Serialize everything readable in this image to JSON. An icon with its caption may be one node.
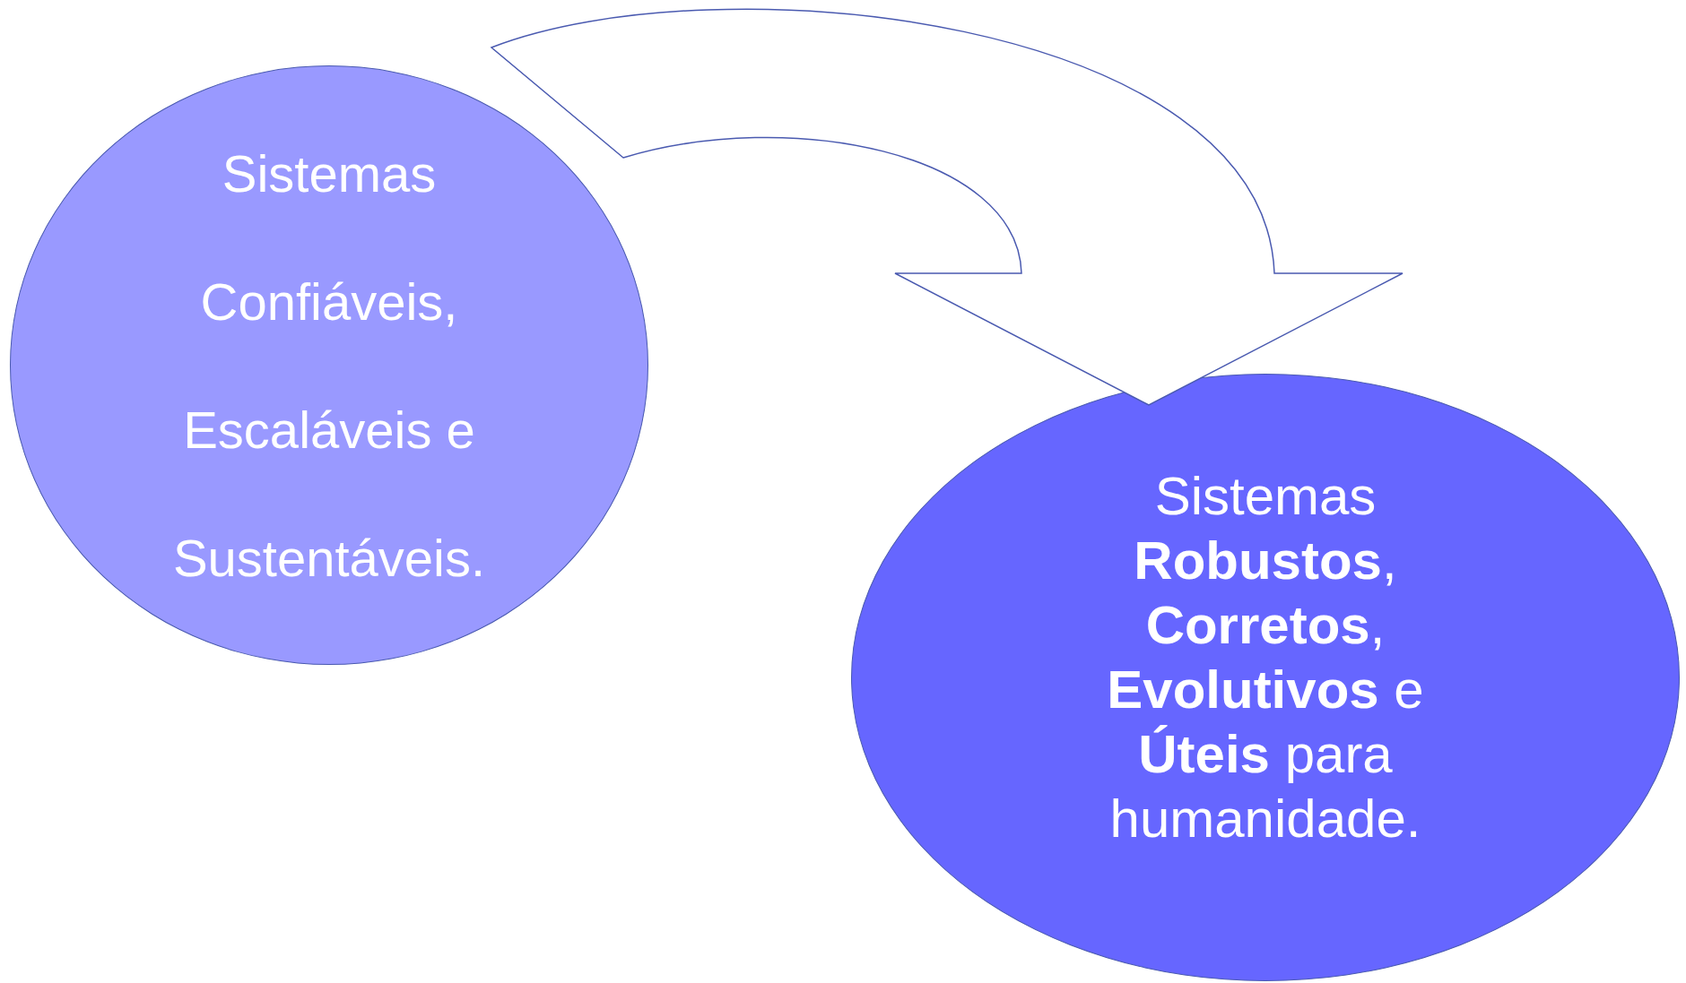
{
  "diagram": {
    "nodes": [
      {
        "text": [
          "Sistemas Confiáveis, Escaláveis e Sustentáveis."
        ]
      },
      {
        "text": [
          "Sistemas **Robustos**, **Corretos**, **Evolutivos** e **Úteis** para humanidade."
        ]
      }
    ],
    "edges": [
      {
        "from": 0,
        "to": 1,
        "arrow": "to"
      }
    ]
  }
}
